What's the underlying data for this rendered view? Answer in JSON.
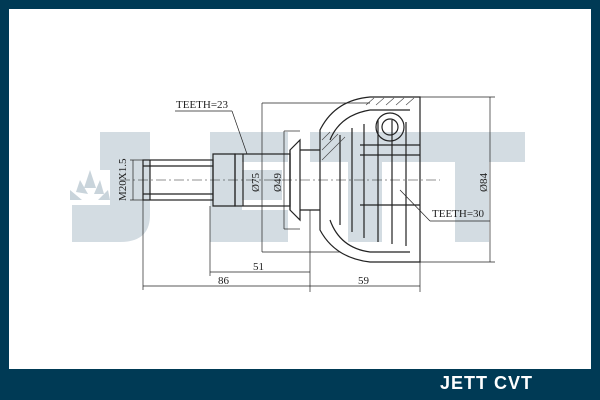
{
  "brand": {
    "footer_label": "JETT CVT"
  },
  "watermark": {
    "text": "JETT"
  },
  "annotations": {
    "teeth_outer": "TEETH=23",
    "teeth_inner": "TEETH=30",
    "thread": "M20X1.5",
    "dia_75": "Ø75",
    "dia_49": "Ø49",
    "dia_84": "Ø84",
    "len_51": "51",
    "len_86": "86",
    "len_59": "59"
  },
  "colors": {
    "frame": "#003a55",
    "watermark": "#d3dce2",
    "line": "#222222"
  }
}
